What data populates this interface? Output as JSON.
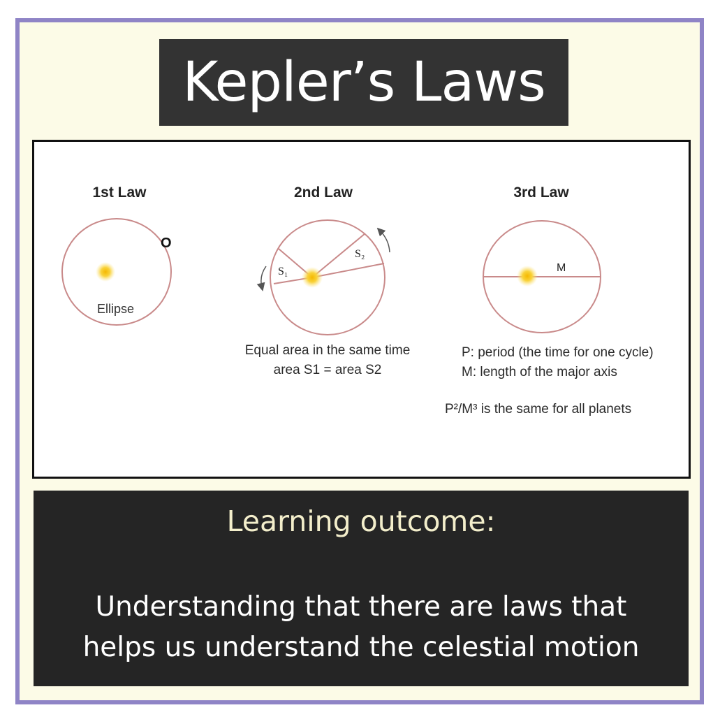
{
  "title": "Kepler’s Laws",
  "colors": {
    "frame": "#8f84c6",
    "background": "#fcfbe7",
    "dark_box": "#333333",
    "orbit": "#c98a8a",
    "sun": "#f2c01a"
  },
  "diagram": {
    "laws": [
      {
        "heading": "1st Law",
        "label": "Ellipse",
        "planet_marker": "O"
      },
      {
        "heading": "2nd Law",
        "area_labels": [
          "S₁",
          "S₂"
        ],
        "caption": [
          "Equal area in the same time",
          "area S1 = area S2"
        ]
      },
      {
        "heading": "3rd Law",
        "axis_label": "M",
        "caption": [
          "P: period (the time for one cycle)",
          "M: length of the major axis"
        ],
        "note": "P²/M³ is the same for all planets"
      }
    ]
  },
  "outcome": {
    "heading": "Learning outcome:",
    "body": [
      "Understanding that there are laws that",
      "helps us understand the celestial motion"
    ]
  }
}
